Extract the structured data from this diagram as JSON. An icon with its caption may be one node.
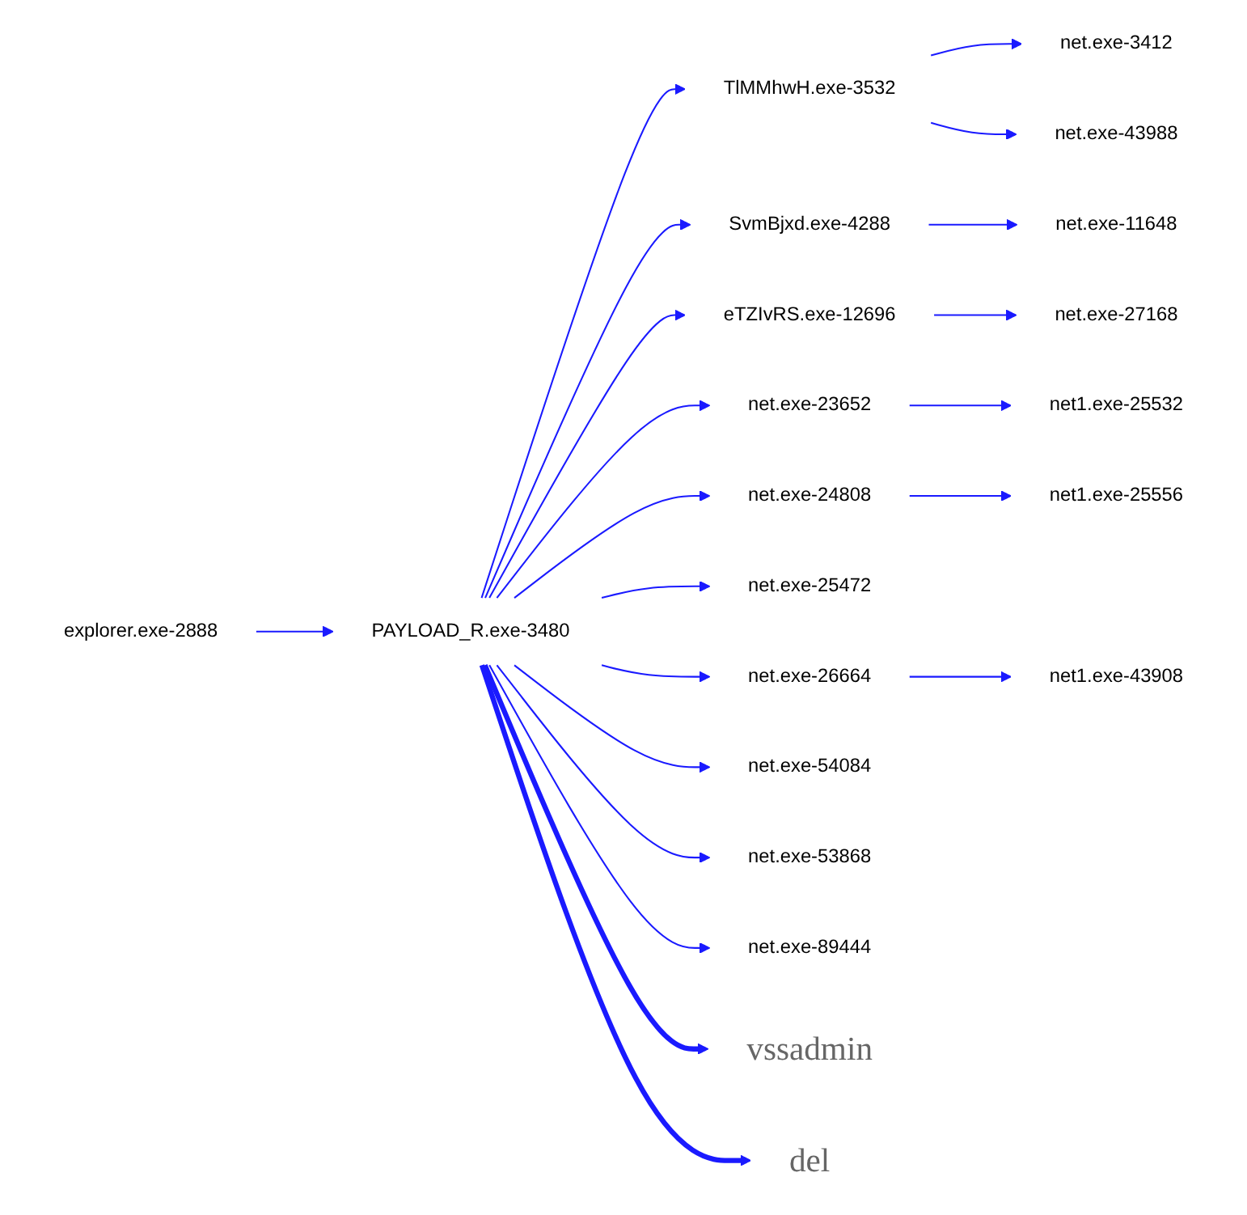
{
  "diagram": {
    "nodes": [
      {
        "text": [
          "explorer.exe-2888"
        ]
      },
      {
        "text": [
          "PAYLOAD_R.exe-3480"
        ]
      },
      {
        "text": [
          "TlMMhwH.exe-3532"
        ]
      },
      {
        "text": [
          "net.exe-3412"
        ]
      },
      {
        "text": [
          "net.exe-43988"
        ]
      },
      {
        "text": [
          "SvmBjxd.exe-4288"
        ]
      },
      {
        "text": [
          "net.exe-11648"
        ]
      },
      {
        "text": [
          "eTZIvRS.exe-12696"
        ]
      },
      {
        "text": [
          "net.exe-27168"
        ]
      },
      {
        "text": [
          "net.exe-23652"
        ]
      },
      {
        "text": [
          "net1.exe-25532"
        ]
      },
      {
        "text": [
          "net.exe-24808"
        ]
      },
      {
        "text": [
          "net1.exe-25556"
        ]
      },
      {
        "text": [
          "net.exe-25472"
        ]
      },
      {
        "text": [
          "net.exe-26664"
        ]
      },
      {
        "text": [
          "net1.exe-43908"
        ]
      },
      {
        "text": [
          "net.exe-54084"
        ]
      },
      {
        "text": [
          "net.exe-53868"
        ]
      },
      {
        "text": [
          "net.exe-89444"
        ]
      },
      {
        "text": [
          "vssadmin"
        ]
      },
      {
        "text": [
          "del"
        ]
      }
    ],
    "edges": [
      {
        "from": 0,
        "to": 1,
        "arrow": "to"
      },
      {
        "from": 1,
        "to": 2,
        "arrow": "to"
      },
      {
        "from": 1,
        "to": 5,
        "arrow": "to"
      },
      {
        "from": 1,
        "to": 7,
        "arrow": "to"
      },
      {
        "from": 1,
        "to": 9,
        "arrow": "to"
      },
      {
        "from": 1,
        "to": 11,
        "arrow": "to"
      },
      {
        "from": 1,
        "to": 13,
        "arrow": "to"
      },
      {
        "from": 1,
        "to": 14,
        "arrow": "to"
      },
      {
        "from": 1,
        "to": 16,
        "arrow": "to"
      },
      {
        "from": 1,
        "to": 17,
        "arrow": "to"
      },
      {
        "from": 1,
        "to": 18,
        "arrow": "to"
      },
      {
        "from": 1,
        "to": 19,
        "arrow": "to",
        "style": "thick"
      },
      {
        "from": 1,
        "to": 20,
        "arrow": "to",
        "style": "thick"
      },
      {
        "from": 2,
        "to": 3,
        "arrow": "to"
      },
      {
        "from": 2,
        "to": 4,
        "arrow": "to"
      },
      {
        "from": 5,
        "to": 6,
        "arrow": "to"
      },
      {
        "from": 7,
        "to": 8,
        "arrow": "to"
      },
      {
        "from": 9,
        "to": 10,
        "arrow": "to"
      },
      {
        "from": 11,
        "to": 12,
        "arrow": "to"
      },
      {
        "from": 14,
        "to": 15,
        "arrow": "to"
      }
    ]
  }
}
